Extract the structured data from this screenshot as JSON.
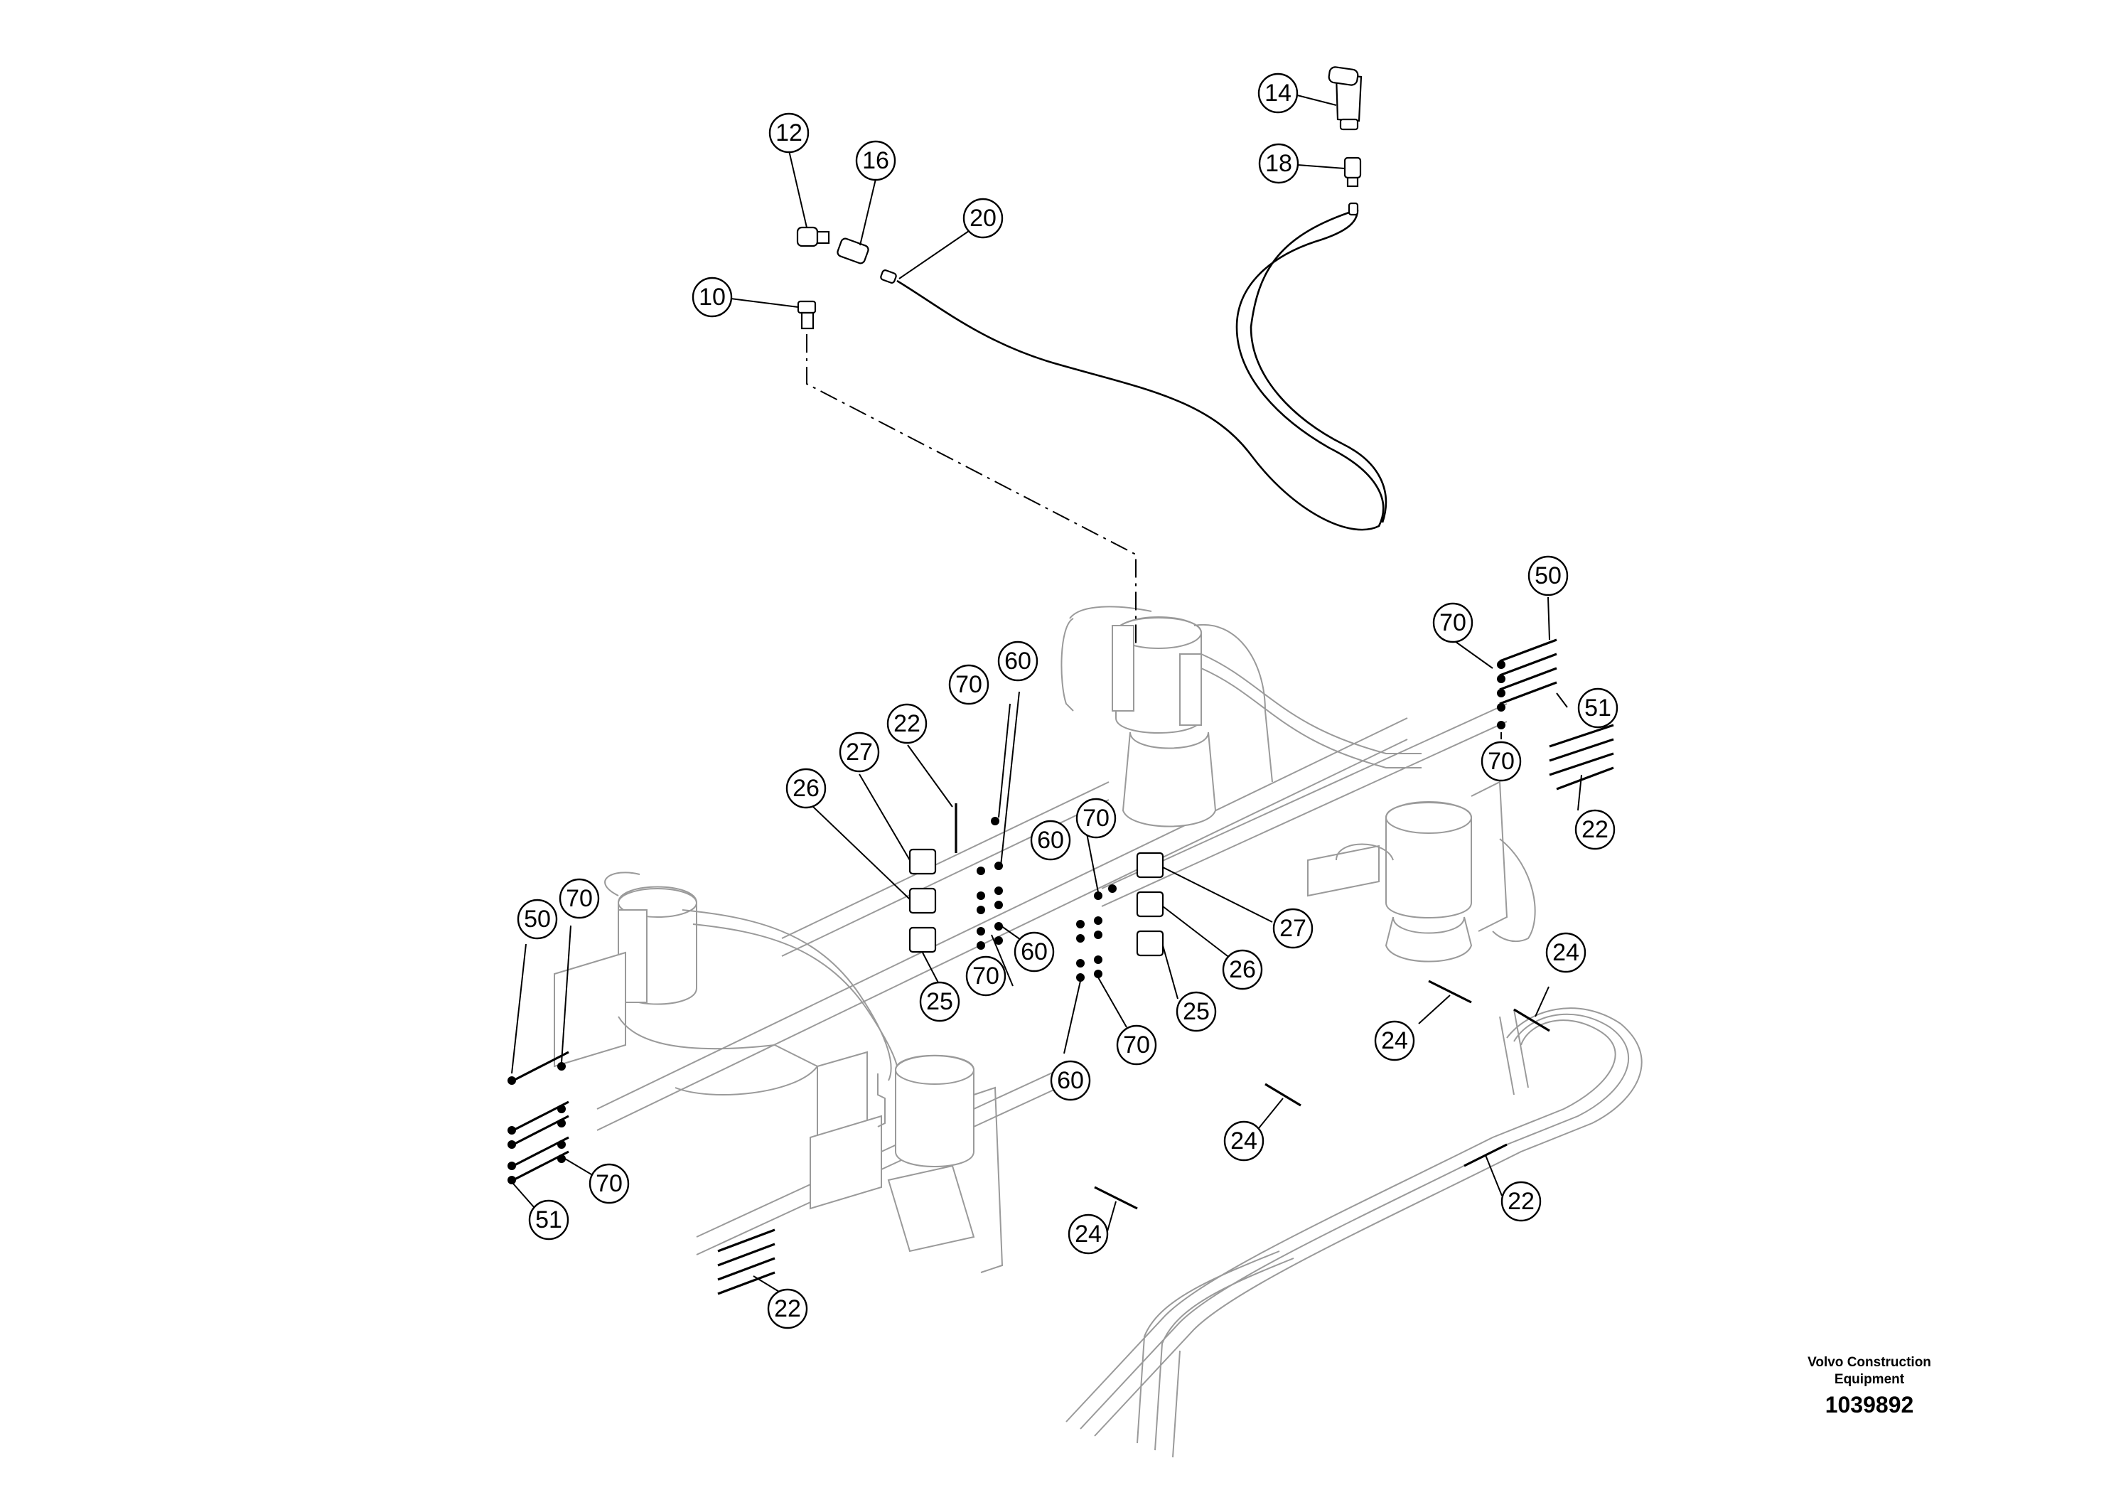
{
  "brand": {
    "line1": "Volvo Construction",
    "line2": "Equipment"
  },
  "drawing_number": "1039892",
  "callouts": [
    {
      "id": "c12",
      "label": "12"
    },
    {
      "id": "c16",
      "label": "16"
    },
    {
      "id": "c20",
      "label": "20"
    },
    {
      "id": "c10",
      "label": "10"
    },
    {
      "id": "c14",
      "label": "14"
    },
    {
      "id": "c18",
      "label": "18"
    },
    {
      "id": "c50a",
      "label": "50"
    },
    {
      "id": "c70a",
      "label": "70"
    },
    {
      "id": "c51a",
      "label": "51"
    },
    {
      "id": "c70b",
      "label": "70"
    },
    {
      "id": "c22a",
      "label": "22"
    },
    {
      "id": "c60a",
      "label": "60"
    },
    {
      "id": "c70c",
      "label": "70"
    },
    {
      "id": "c22b",
      "label": "22"
    },
    {
      "id": "c27a",
      "label": "27"
    },
    {
      "id": "c26a",
      "label": "26"
    },
    {
      "id": "c60b",
      "label": "60"
    },
    {
      "id": "c70d",
      "label": "70"
    },
    {
      "id": "c25a",
      "label": "25"
    },
    {
      "id": "c60c",
      "label": "60"
    },
    {
      "id": "c70e",
      "label": "70"
    },
    {
      "id": "c27b",
      "label": "27"
    },
    {
      "id": "c26b",
      "label": "26"
    },
    {
      "id": "c25b",
      "label": "25"
    },
    {
      "id": "c70f",
      "label": "70"
    },
    {
      "id": "c60d",
      "label": "60"
    },
    {
      "id": "c50b",
      "label": "50"
    },
    {
      "id": "c70g",
      "label": "70"
    },
    {
      "id": "c70h",
      "label": "70"
    },
    {
      "id": "c51b",
      "label": "51"
    },
    {
      "id": "c22c",
      "label": "22"
    },
    {
      "id": "c24a",
      "label": "24"
    },
    {
      "id": "c24b",
      "label": "24"
    },
    {
      "id": "c24c",
      "label": "24"
    },
    {
      "id": "c22d",
      "label": "22"
    },
    {
      "id": "c24d",
      "label": "24"
    }
  ]
}
